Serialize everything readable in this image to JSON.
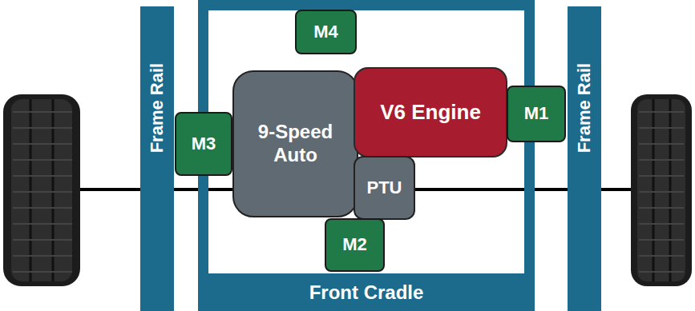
{
  "diagram": {
    "nodes": [
      {
        "text": [
          "Frame Rail"
        ]
      },
      {
        "text": [
          "Front Cradle"
        ]
      },
      {
        "text": [
          "M4"
        ],
        "in": 1
      },
      {
        "text": [
          "M3"
        ],
        "in": 1
      },
      {
        "text": [
          "9-Speed Auto"
        ],
        "in": 1
      },
      {
        "text": [
          "V6 Engine"
        ],
        "in": 1
      },
      {
        "text": [
          "M1"
        ],
        "in": 1
      },
      {
        "text": [
          "PTU"
        ],
        "in": 1
      },
      {
        "text": [
          "M2"
        ],
        "in": 1
      },
      {
        "text": [
          "Frame Rail"
        ]
      }
    ]
  }
}
